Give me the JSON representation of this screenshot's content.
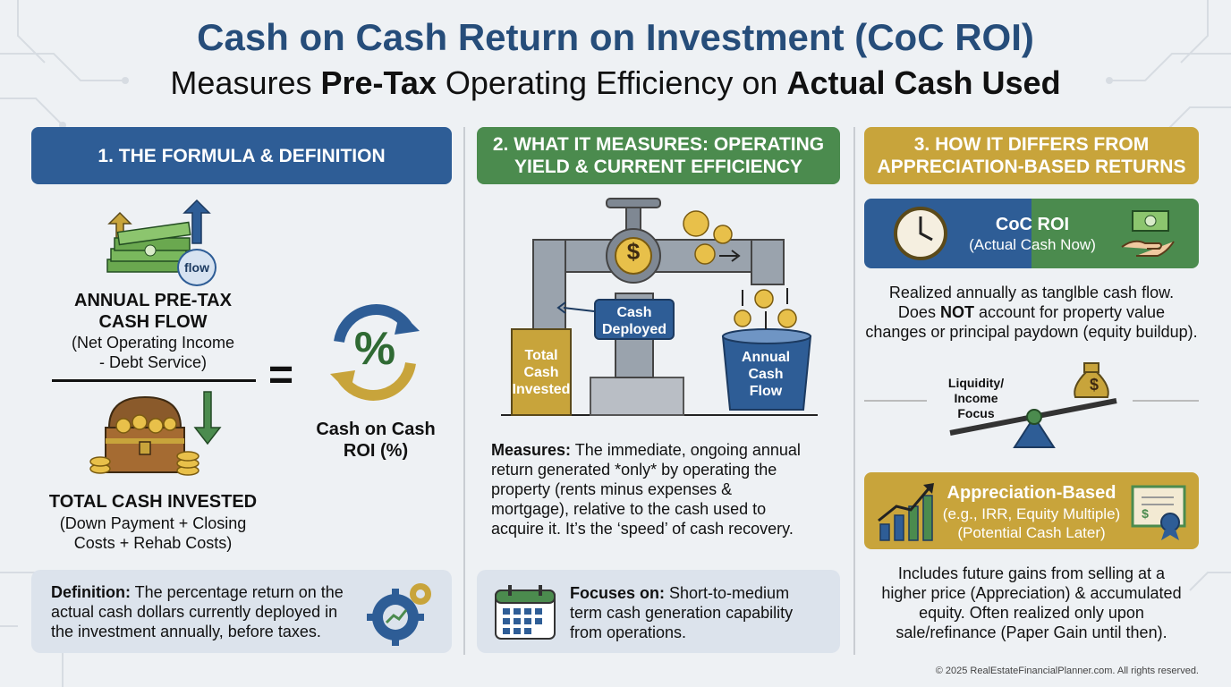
{
  "title": "Cash on Cash Return on Investment (CoC ROI)",
  "subtitle": {
    "pre": "Measures ",
    "b1": "Pre-Tax",
    "mid": " Operating Efficiency on ",
    "b2": "Actual Cash Used"
  },
  "col1": {
    "header": "1. THE FORMULA & DEFINITION",
    "flow_badge": "flow",
    "numerator_title_1": "ANNUAL PRE-TAX",
    "numerator_title_2": "CASH FLOW",
    "numerator_sub_1": "(Net Operating Income",
    "numerator_sub_2": "- Debt Service)",
    "equals": "=",
    "percent": "%",
    "result_1": "Cash on Cash",
    "result_2": "ROI (%)",
    "denominator_title": "TOTAL CASH INVESTED",
    "denominator_sub_1": "(Down Payment + Closing",
    "denominator_sub_2": "Costs + Rehab Costs)",
    "definition_label": "Definition:",
    "definition_text_1": " The percentage return on the",
    "definition_text_2": "actual cash dollars currently deployed in",
    "definition_text_3": "the investment annually, before taxes."
  },
  "col2": {
    "header_1": "2. WHAT IT MEASURES: OPERATING",
    "header_2": "YIELD & CURRENT EFFICIENCY",
    "cash_deployed_1": "Cash",
    "cash_deployed_2": "Deployed",
    "total_1": "Total",
    "total_2": "Cash",
    "total_3": "Invested",
    "bucket_1": "Annual",
    "bucket_2": "Cash",
    "bucket_3": "Flow",
    "dollar": "$",
    "measures_label": "Measures:",
    "measures_1": " The immediate, ongoing annual",
    "measures_2": "return generated *only* by operating the",
    "measures_3": "property (rents minus expenses &",
    "measures_4": "mortgage), relative to the cash used to",
    "measures_5": "acquire it. It’s the ‘speed’ of cash recovery.",
    "focus_label": "Focuses on:",
    "focus_1": " Short-to-medium",
    "focus_2": "term cash generation capability",
    "focus_3": "from operations."
  },
  "col3": {
    "header_1": "3. HOW IT DIFFERS FROM",
    "header_2": "APPRECIATION-BASED RETURNS",
    "coc_title": "CoC ROI",
    "coc_sub": "(Actual Cash Now)",
    "realized_1": "Realized annually as tanglble cash flow.",
    "realized_2a": "Does ",
    "realized_2b": "NOT",
    "realized_2c": " account for property value",
    "realized_3": "changes or principal paydown (equity buildup).",
    "liq_1": "Liquidity/",
    "liq_2": "Income",
    "liq_3": "Focus",
    "app_title": "Appreciation-Based",
    "app_sub_1": "(e.g., IRR, Equity Multiple)",
    "app_sub_2": "(Potential Cash Later)",
    "inc_1": "Includes future gains from selling at a",
    "inc_2": "higher price (Appreciation) & accumulated",
    "inc_3": "equity. Often realized only upon",
    "inc_4": "sale/refinance (Paper Gain until then)."
  },
  "copyright": "© 2025 RealEstateFinancialPlanner.com. All rights reserved.",
  "colors": {
    "blue": "#2e5d96",
    "green": "#4b8b4e",
    "gold": "#c8a43b",
    "title": "#264d7a"
  }
}
